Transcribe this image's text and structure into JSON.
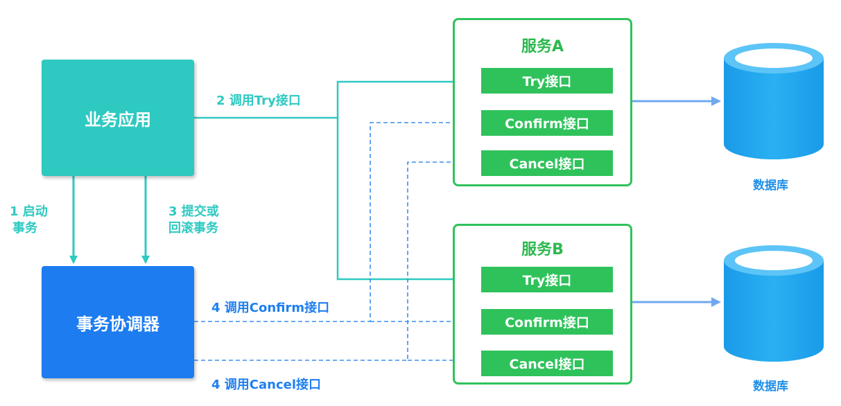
{
  "nodes": {
    "app": "业务应用",
    "coordinator": "事务协调器"
  },
  "services": [
    {
      "title": "服务A",
      "interfaces": [
        "Try接口",
        "Confirm接口",
        "Cancel接口"
      ]
    },
    {
      "title": "服务B",
      "interfaces": [
        "Try接口",
        "Confirm接口",
        "Cancel接口"
      ]
    }
  ],
  "databases": [
    "数据库",
    "数据库"
  ],
  "edges": {
    "start_tx": [
      "1 启动",
      "事务"
    ],
    "commit_rollback": [
      "3 提交或",
      "回滚事务"
    ],
    "call_try": "2 调用Try接口",
    "call_confirm": "4 调用Confirm接口",
    "call_cancel": "4 调用Cancel接口"
  },
  "colors": {
    "app": "#2ec9c1",
    "coordinator": "#1c7cf0",
    "service": "#2fc25b",
    "database": "#1fa3ef",
    "solid_arrow": "#2ec9c1",
    "dashed_arrow": "#3a8ef0"
  }
}
